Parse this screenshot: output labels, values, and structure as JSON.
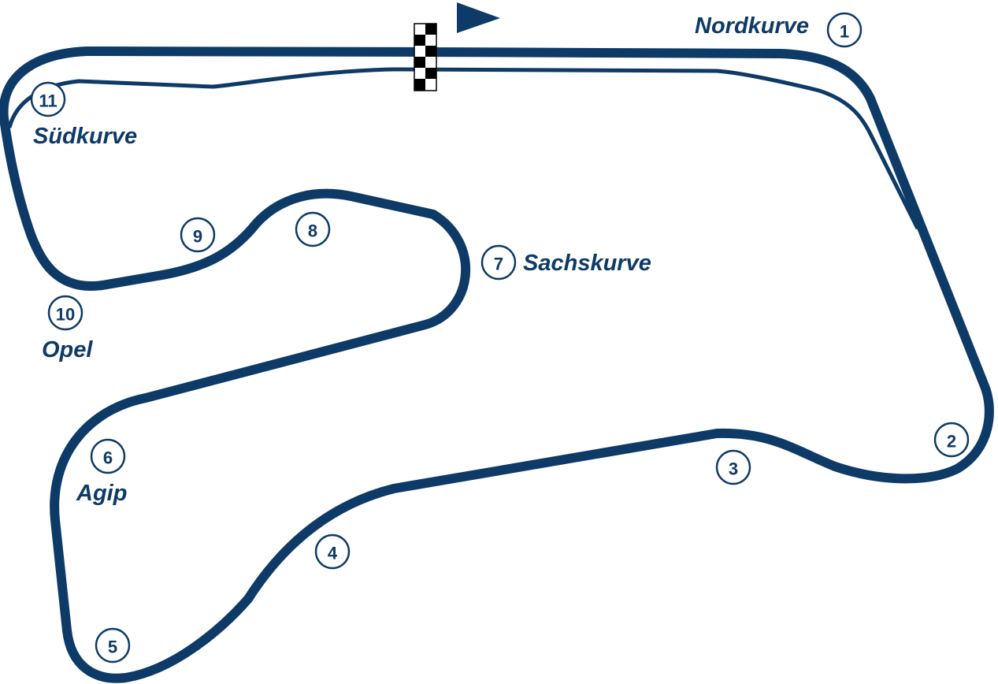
{
  "track_color": "#0d3a66",
  "corners": [
    {
      "number": "1",
      "name": "Nordkurve"
    },
    {
      "number": "2",
      "name": ""
    },
    {
      "number": "3",
      "name": ""
    },
    {
      "number": "4",
      "name": ""
    },
    {
      "number": "5",
      "name": ""
    },
    {
      "number": "6",
      "name": "Agip"
    },
    {
      "number": "7",
      "name": "Sachskurve"
    },
    {
      "number": "8",
      "name": ""
    },
    {
      "number": "9",
      "name": ""
    },
    {
      "number": "10",
      "name": "Opel"
    },
    {
      "number": "11",
      "name": "Südkurve"
    }
  ]
}
